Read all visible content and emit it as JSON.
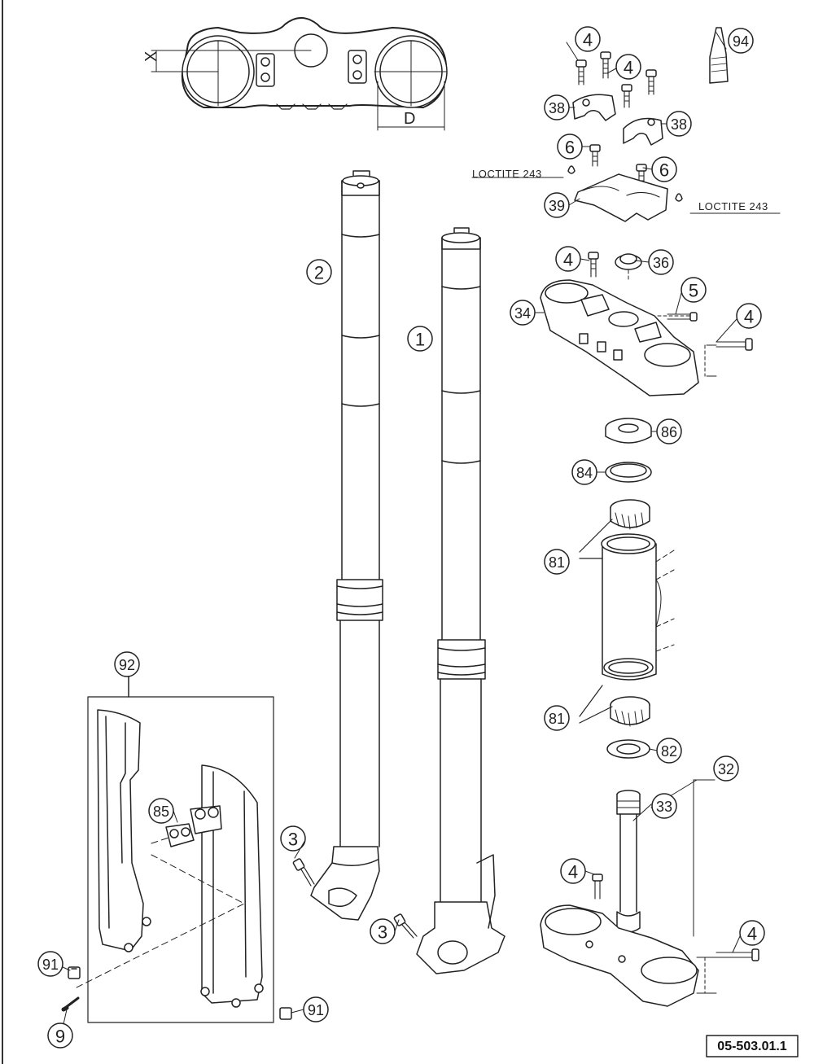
{
  "dimension_labels": {
    "x": "X",
    "d": "D"
  },
  "loctite_left": "LOCTITE 243",
  "loctite_right": "LOCTITE 243",
  "drawing_code": "05-503.01.1",
  "callouts": {
    "c1": "1",
    "c2": "2",
    "c3a": "3",
    "c3b": "3",
    "c4a": "4",
    "c4b": "4",
    "c4c": "4",
    "c4d": "4",
    "c4e": "4",
    "c4f": "4",
    "c5": "5",
    "c6a": "6",
    "c6b": "6",
    "c9": "9",
    "c32": "32",
    "c33": "33",
    "c34": "34",
    "c36": "36",
    "c38a": "38",
    "c38b": "38",
    "c39": "39",
    "c81a": "81",
    "c81b": "81",
    "c82": "82",
    "c84": "84",
    "c85": "85",
    "c86": "86",
    "c91a": "91",
    "c91b": "91",
    "c92": "92",
    "c94": "94"
  }
}
